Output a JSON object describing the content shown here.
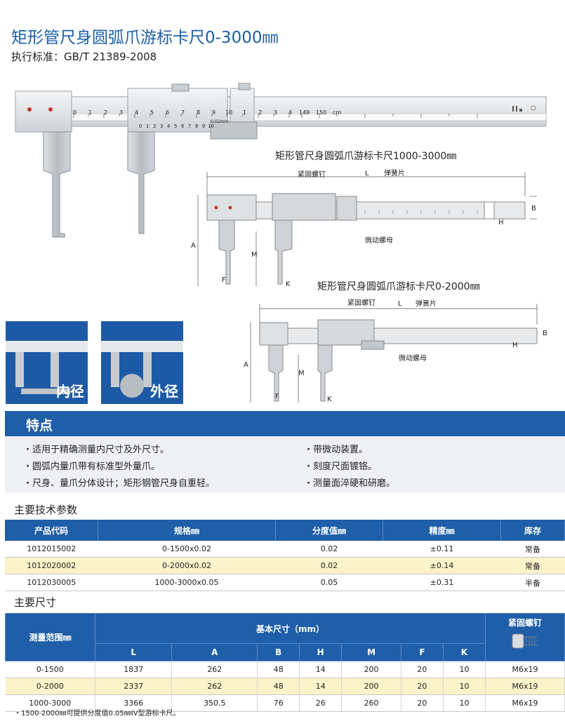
{
  "title": "矩形管尺身圆弧爪游标卡尺0-3000㎜",
  "standard": "执行标准：GB/T 21389-2008",
  "main_scale_numbers": [
    "0",
    "1",
    "2",
    "3",
    "4",
    "5",
    "6",
    "7",
    "8",
    "9",
    "10",
    "1",
    "2",
    "3",
    "4",
    "149",
    "150",
    "cm"
  ],
  "vernier_numbers": [
    "0",
    "1",
    "2",
    "3",
    "4",
    "5",
    "6",
    "7",
    "8",
    "9",
    "10"
  ],
  "vernier_unit": "0.02mm",
  "diagram1": {
    "caption": "矩形管尺身圆弧爪游标卡尺1000-3000㎜",
    "labels": {
      "screw": "紧固螺钉",
      "spring": "弹簧片",
      "nut": "微动螺母",
      "L": "L",
      "A": "A",
      "M": "M",
      "F": "F",
      "K": "K",
      "B": "B",
      "H": "H"
    }
  },
  "diagram2": {
    "caption": "矩形管尺身圆弧爪游标卡尺0-2000㎜",
    "labels": {
      "screw": "紧固螺钉",
      "spring": "弹簧片",
      "nut": "微动螺母",
      "L": "L",
      "A": "A",
      "M": "M",
      "F": "F",
      "K": "K",
      "B": "B",
      "H": "H"
    }
  },
  "thumbs": {
    "inner": "内径",
    "outer": "外径"
  },
  "features": {
    "heading": "特点",
    "left": [
      "・适用于精确测量内尺寸及外尺寸。",
      "・圆弧内量爪带有标准型外量爪。",
      "・尺身、量爪分体设计；矩形钢管尺身自重轻。"
    ],
    "right": [
      "・带微动装置。",
      "・刻度尺面镀铬。",
      "・测量面淬硬和研磨。"
    ]
  },
  "spec_table": {
    "heading": "主要技术参数",
    "headers": [
      "产品代码",
      "规格㎜",
      "分度值㎜",
      "精度㎜",
      "库存"
    ],
    "rows": [
      [
        "1012015002",
        "0-1500x0.02",
        "0.02",
        "±0.11",
        "常备"
      ],
      [
        "1012020002",
        "0-2000x0.02",
        "0.02",
        "±0.14",
        "常备"
      ],
      [
        "1012030005",
        "1000-3000x0.05",
        "0.05",
        "±0.31",
        "半备"
      ]
    ]
  },
  "dim_table": {
    "heading": "主要尺寸",
    "range_header": "测量范围㎜",
    "basic_header": "基本尺寸（mm）",
    "screw_header": "紧固螺钉",
    "cols": [
      "L",
      "A",
      "B",
      "H",
      "M",
      "F",
      "K"
    ],
    "rows": [
      [
        "0-1500",
        "1837",
        "262",
        "48",
        "14",
        "200",
        "20",
        "10",
        "M6x19"
      ],
      [
        "0-2000",
        "2337",
        "262",
        "48",
        "14",
        "200",
        "20",
        "10",
        "M6x19"
      ],
      [
        "1000-3000",
        "3366",
        "350.5",
        "76",
        "26",
        "260",
        "20",
        "10",
        "M6x19"
      ]
    ]
  },
  "note": "・1500-2000㎜可提供分度值0.05㎜IV型游标卡尺。",
  "colors": {
    "accent": "#1f5ea8",
    "highlight_row": "#fbf3c9",
    "title": "#1b5fa8"
  }
}
